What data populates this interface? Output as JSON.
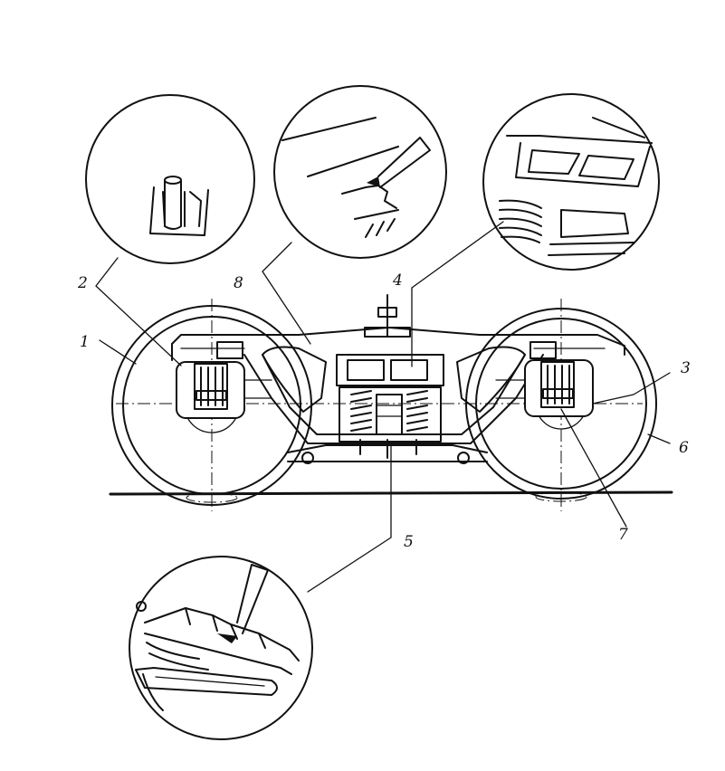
{
  "diagram": {
    "callouts": [
      {
        "key": "c1",
        "text": "1"
      },
      {
        "key": "c2",
        "text": "2"
      },
      {
        "key": "c3",
        "text": "3"
      },
      {
        "key": "c4",
        "text": "4"
      },
      {
        "key": "c5",
        "text": "5"
      },
      {
        "key": "c6",
        "text": "6"
      },
      {
        "key": "c7",
        "text": "7"
      },
      {
        "key": "c8",
        "text": "8"
      }
    ],
    "colors": {
      "ink": "#111111",
      "paper": "#ffffff"
    }
  }
}
